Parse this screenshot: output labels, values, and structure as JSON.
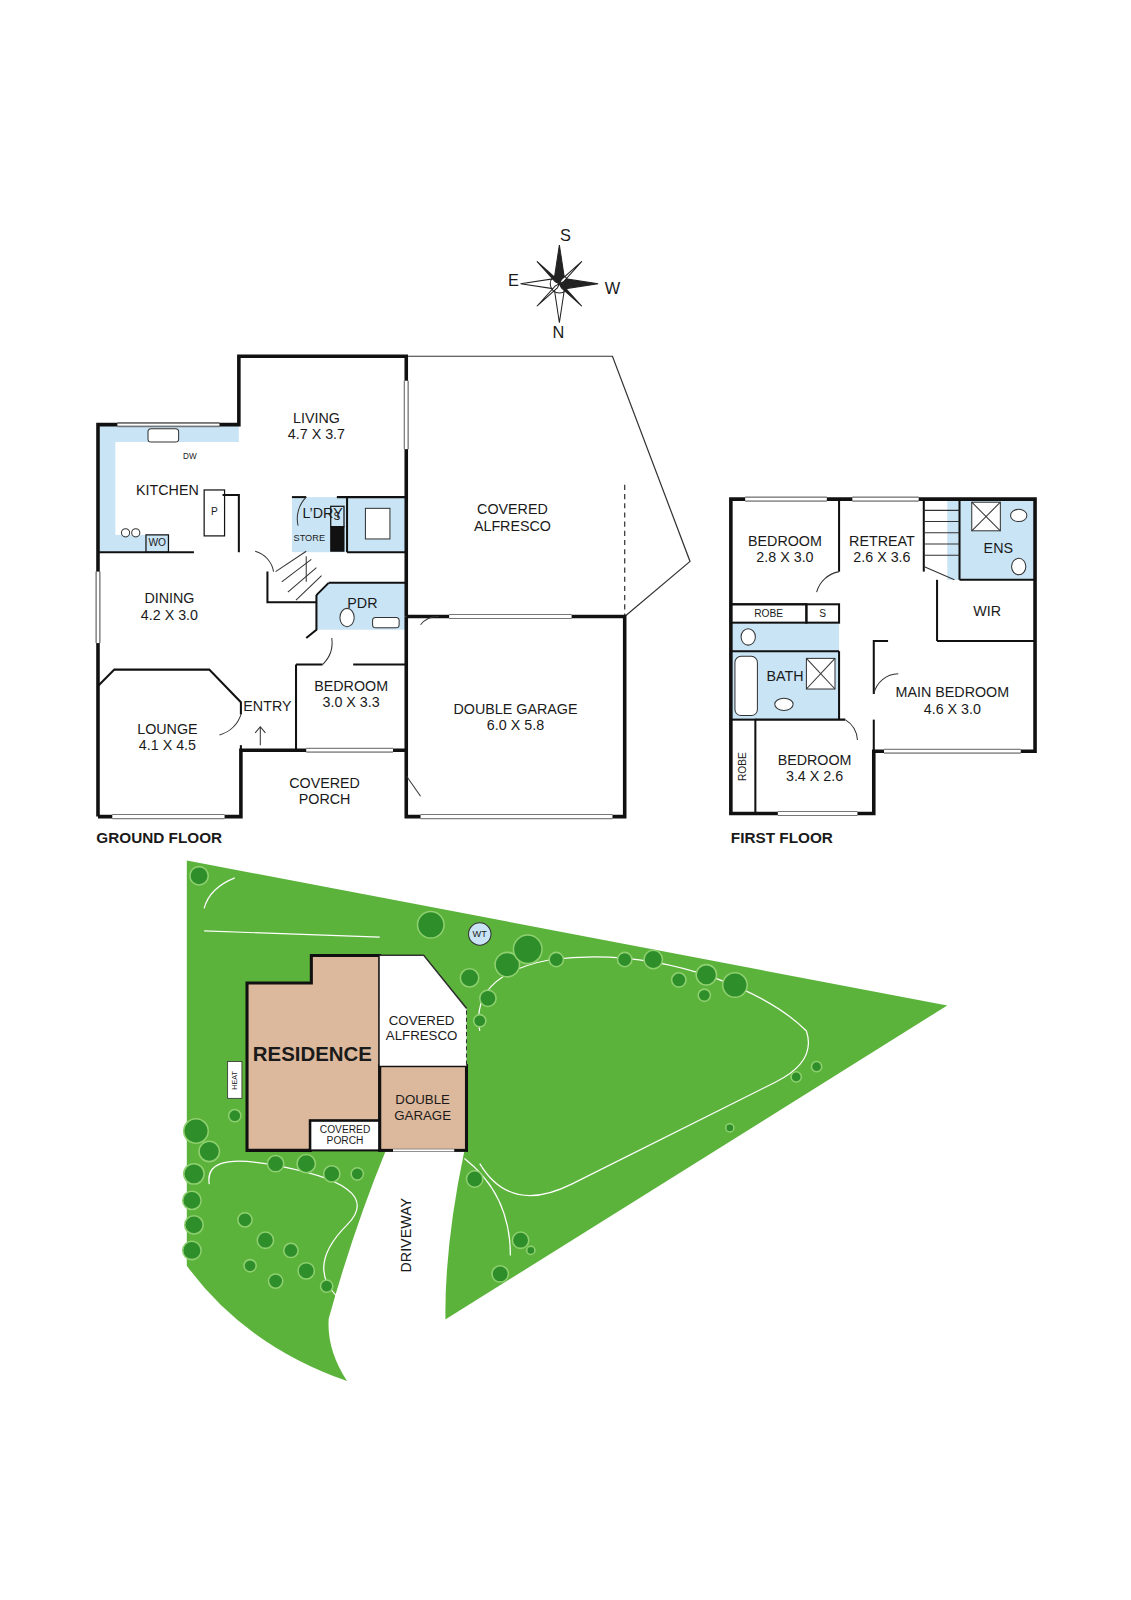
{
  "diagram": {
    "nodes": [
      {
        "text": [
          "LIVING",
          "4.7 X 3.7"
        ]
      },
      {
        "text": [
          "KITCHEN"
        ]
      },
      {
        "text": [
          "L’DRY"
        ]
      },
      {
        "text": [
          "COVERED ALFRESCO"
        ]
      },
      {
        "text": [
          "DINING",
          "4.2 X 3.0"
        ]
      },
      {
        "text": [
          "PDR"
        ]
      },
      {
        "text": [
          "ENTRY"
        ]
      },
      {
        "text": [
          "BEDROOM",
          "3.0 X 3.3"
        ]
      },
      {
        "text": [
          "DOUBLE GARAGE",
          "6.0 X 5.8"
        ]
      },
      {
        "text": [
          "LOUNGE",
          "4.1 X 4.5"
        ]
      },
      {
        "text": [
          "COVERED PORCH"
        ]
      },
      {
        "text": [
          "BEDROOM",
          "2.8 X 3.0"
        ]
      },
      {
        "text": [
          "RETREAT",
          "2.6 X 3.6"
        ]
      },
      {
        "text": [
          "ENS"
        ]
      },
      {
        "text": [
          "WIR"
        ]
      },
      {
        "text": [
          "BATH"
        ]
      },
      {
        "text": [
          "MAIN BEDROOM",
          "4.6 X 3.0"
        ]
      },
      {
        "text": [
          "BEDROOM",
          "3.4 X 2.6"
        ]
      },
      {
        "text": [
          "RESIDENCE"
        ]
      },
      {
        "text": [
          "COVERED ALFRESCO"
        ]
      },
      {
        "text": [
          "DOUBLE GARAGE"
        ]
      },
      {
        "text": [
          "COVERED PORCH"
        ]
      },
      {
        "text": [
          "DRIVEWAY"
        ]
      }
    ],
    "labels": [
      "GROUND FLOOR",
      "FIRST FLOOR",
      "S",
      "E",
      "W",
      "N",
      "DW",
      "WO",
      "P",
      "STORE",
      "S",
      "ROBE",
      "S",
      "ROBE",
      "WT",
      "HEAT"
    ]
  }
}
